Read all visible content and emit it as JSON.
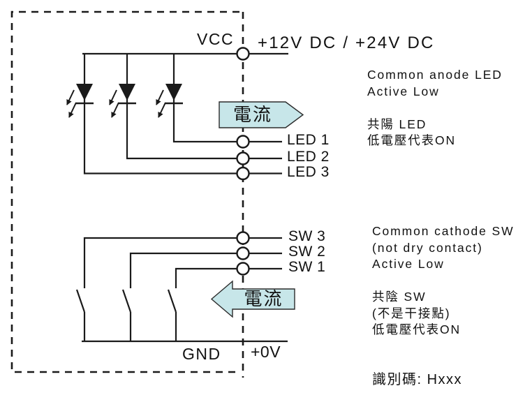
{
  "diagram": {
    "power": {
      "vcc_label": "VCC",
      "vcc_value": "+12V DC / +24V DC",
      "gnd_label": "GND",
      "gnd_value": "+0V"
    },
    "current_flow": {
      "top_label": "電流",
      "bottom_label": "電流"
    },
    "led_terminals": [
      "LED 1",
      "LED 2",
      "LED 3"
    ],
    "sw_terminals": [
      "SW 3",
      "SW 2",
      "SW 1"
    ],
    "notes_led": {
      "en": [
        "Common anode LED",
        "Active Low"
      ],
      "zh": [
        "共陽 LED",
        "低電壓代表ON"
      ]
    },
    "notes_sw": {
      "en": [
        "Common cathode SW",
        "(not dry contact)",
        "Active Low"
      ],
      "zh": [
        "共陰 SW",
        "(不是干接點)",
        "低電壓代表ON"
      ]
    },
    "id_code": "識別碼: Hxxx",
    "colors": {
      "arrow_fill": "#c7e6e9",
      "arrow_stroke": "#2b2b2b",
      "line": "#1a1a1a"
    }
  }
}
